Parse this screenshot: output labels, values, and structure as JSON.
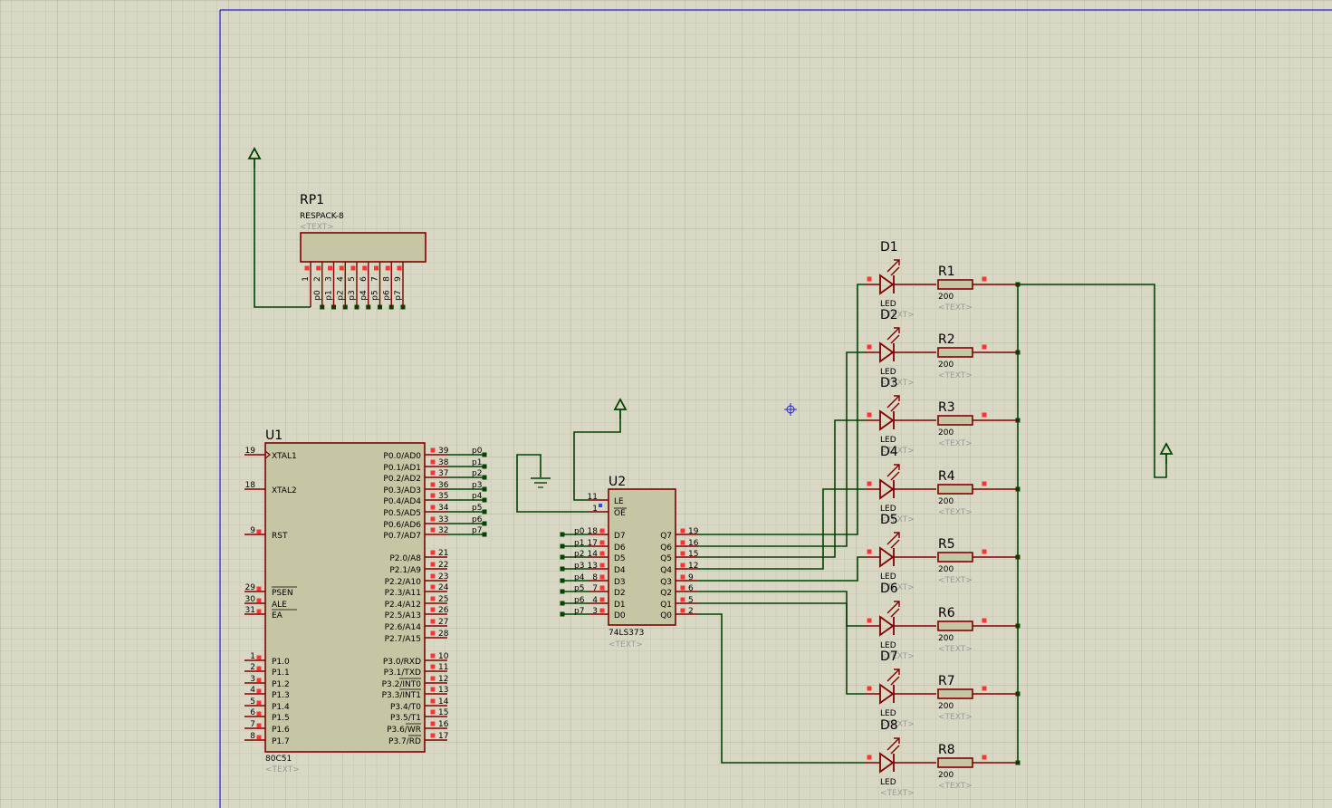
{
  "colors": {
    "background": "#d8d8c4",
    "grid_minor": "#c6c6b2",
    "grid_major": "#b8b8a4",
    "border": "#2222cc",
    "wire": "#004400",
    "body_fill": "#c6c6a4",
    "body_stroke": "#800000",
    "pin_marker": "#ff3333"
  },
  "rp1": {
    "ref": "RP1",
    "value": "RESPACK-8",
    "text": "<TEXT>",
    "pins": [
      "1",
      "2",
      "3",
      "4",
      "5",
      "6",
      "7",
      "8",
      "9"
    ],
    "nets": [
      "p0",
      "p1",
      "p2",
      "p3",
      "p4",
      "p5",
      "p6",
      "p7"
    ]
  },
  "u1": {
    "ref": "U1",
    "value": "80C51",
    "text": "<TEXT>",
    "left_pins": [
      {
        "no": "19",
        "name": "XTAL1"
      },
      {
        "no": "18",
        "name": "XTAL2"
      },
      {
        "no": "9",
        "name": "RST"
      },
      {
        "no": "29",
        "name": "PSEN"
      },
      {
        "no": "30",
        "name": "ALE"
      },
      {
        "no": "31",
        "name": "EA"
      },
      {
        "no": "1",
        "name": "P1.0"
      },
      {
        "no": "2",
        "name": "P1.1"
      },
      {
        "no": "3",
        "name": "P1.2"
      },
      {
        "no": "4",
        "name": "P1.3"
      },
      {
        "no": "5",
        "name": "P1.4"
      },
      {
        "no": "6",
        "name": "P1.5"
      },
      {
        "no": "7",
        "name": "P1.6"
      },
      {
        "no": "8",
        "name": "P1.7"
      }
    ],
    "right_pins": [
      {
        "no": "39",
        "name": "P0.0/AD0",
        "net": "p0"
      },
      {
        "no": "38",
        "name": "P0.1/AD1",
        "net": "p1"
      },
      {
        "no": "37",
        "name": "P0.2/AD2",
        "net": "p2"
      },
      {
        "no": "36",
        "name": "P0.3/AD3",
        "net": "p3"
      },
      {
        "no": "35",
        "name": "P0.4/AD4",
        "net": "p4"
      },
      {
        "no": "34",
        "name": "P0.5/AD5",
        "net": "p5"
      },
      {
        "no": "33",
        "name": "P0.6/AD6",
        "net": "p6"
      },
      {
        "no": "32",
        "name": "P0.7/AD7",
        "net": "p7"
      },
      {
        "no": "21",
        "name": "P2.0/A8"
      },
      {
        "no": "22",
        "name": "P2.1/A9"
      },
      {
        "no": "23",
        "name": "P2.2/A10"
      },
      {
        "no": "24",
        "name": "P2.3/A11"
      },
      {
        "no": "25",
        "name": "P2.4/A12"
      },
      {
        "no": "26",
        "name": "P2.5/A13"
      },
      {
        "no": "27",
        "name": "P2.6/A14"
      },
      {
        "no": "28",
        "name": "P2.7/A15"
      },
      {
        "no": "10",
        "name": "P3.0/RXD"
      },
      {
        "no": "11",
        "name": "P3.1/TXD"
      },
      {
        "no": "12",
        "name": "P3.2/INT0"
      },
      {
        "no": "13",
        "name": "P3.3/INT1"
      },
      {
        "no": "14",
        "name": "P3.4/T0"
      },
      {
        "no": "15",
        "name": "P3.5/T1"
      },
      {
        "no": "16",
        "name": "P3.6/WR"
      },
      {
        "no": "17",
        "name": "P3.7/RD"
      }
    ]
  },
  "u2": {
    "ref": "U2",
    "value": "74LS373",
    "text": "<TEXT>",
    "le": {
      "no": "11",
      "name": "LE"
    },
    "oe": {
      "no": "1",
      "name": "OE"
    },
    "d_pins": [
      {
        "no": "18",
        "name": "D7",
        "net": "p0"
      },
      {
        "no": "17",
        "name": "D6",
        "net": "p1"
      },
      {
        "no": "14",
        "name": "D5",
        "net": "p2"
      },
      {
        "no": "13",
        "name": "D4",
        "net": "p3"
      },
      {
        "no": "8",
        "name": "D3",
        "net": "p4"
      },
      {
        "no": "7",
        "name": "D2",
        "net": "p5"
      },
      {
        "no": "4",
        "name": "D1",
        "net": "p6"
      },
      {
        "no": "3",
        "name": "D0",
        "net": "p7"
      }
    ],
    "q_pins": [
      {
        "no": "19",
        "name": "Q7"
      },
      {
        "no": "16",
        "name": "Q6"
      },
      {
        "no": "15",
        "name": "Q5"
      },
      {
        "no": "12",
        "name": "Q4"
      },
      {
        "no": "9",
        "name": "Q3"
      },
      {
        "no": "6",
        "name": "Q2"
      },
      {
        "no": "5",
        "name": "Q1"
      },
      {
        "no": "2",
        "name": "Q0"
      }
    ]
  },
  "leds": [
    {
      "ref": "D1",
      "value": "LED",
      "text": "<TEXT>"
    },
    {
      "ref": "D2",
      "value": "LED",
      "text": "<TEXT>"
    },
    {
      "ref": "D3",
      "value": "LED",
      "text": "<TEXT>"
    },
    {
      "ref": "D4",
      "value": "LED",
      "text": "<TEXT>"
    },
    {
      "ref": "D5",
      "value": "LED",
      "text": "<TEXT>"
    },
    {
      "ref": "D6",
      "value": "LED",
      "text": "<TEXT>"
    },
    {
      "ref": "D7",
      "value": "LED",
      "text": "<TEXT>"
    },
    {
      "ref": "D8",
      "value": "LED",
      "text": "<TEXT>"
    }
  ],
  "resistors": [
    {
      "ref": "R1",
      "value": "200",
      "text": "<TEXT>"
    },
    {
      "ref": "R2",
      "value": "200",
      "text": "<TEXT>"
    },
    {
      "ref": "R3",
      "value": "200",
      "text": "<TEXT>"
    },
    {
      "ref": "R4",
      "value": "200",
      "text": "<TEXT>"
    },
    {
      "ref": "R5",
      "value": "200",
      "text": "<TEXT>"
    },
    {
      "ref": "R6",
      "value": "200",
      "text": "<TEXT>"
    },
    {
      "ref": "R7",
      "value": "200",
      "text": "<TEXT>"
    },
    {
      "ref": "R8",
      "value": "200",
      "text": "<TEXT>"
    }
  ]
}
